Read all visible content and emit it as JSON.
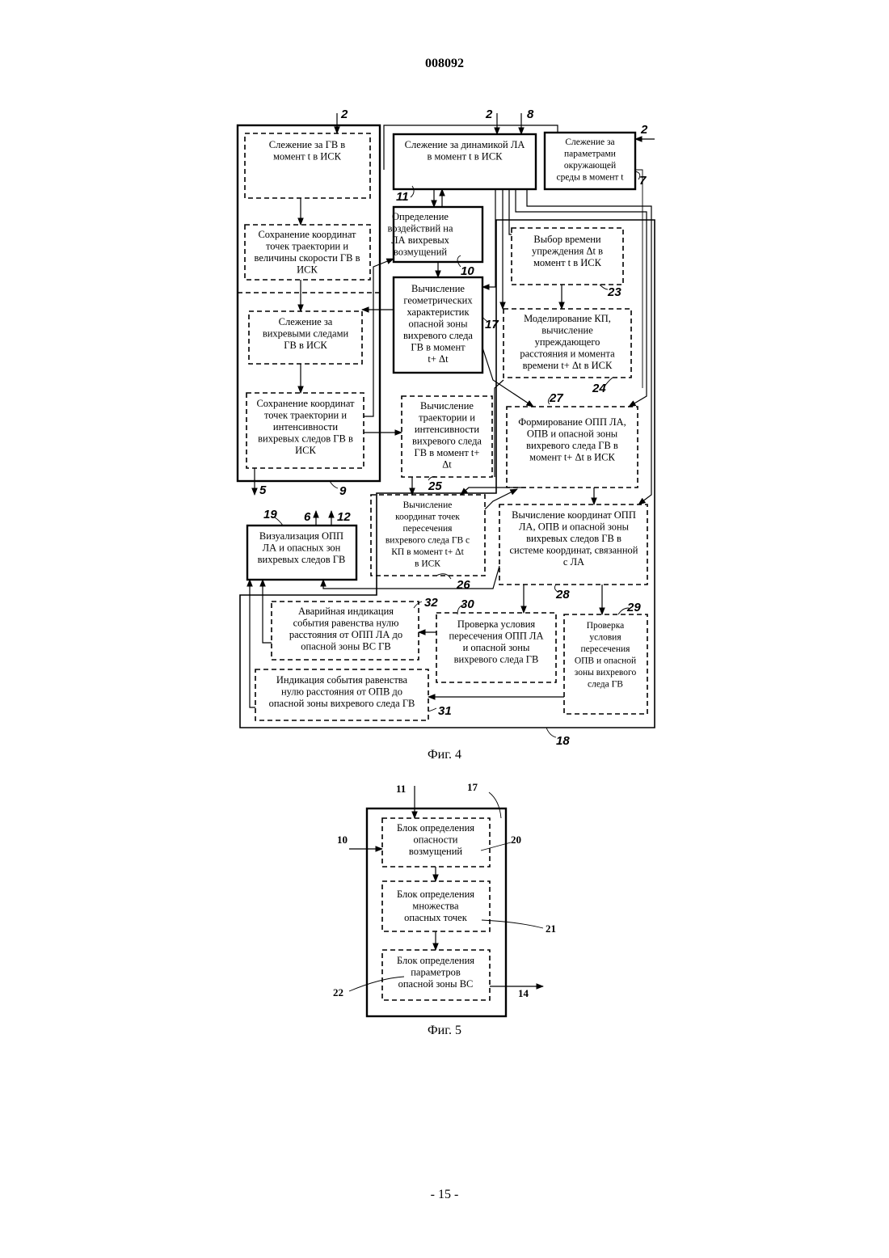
{
  "header": {
    "doc_number": "008092"
  },
  "footer": {
    "page": "- 15 -"
  },
  "fig4": {
    "caption": "Фиг. 4",
    "blocks": {
      "b1": [
        "Слежение за ГВ  в",
        "момент t в ИСК"
      ],
      "b2": [
        "Сохранение координат",
        "точек траектории и",
        "величины скорости ГВ в",
        "ИСК"
      ],
      "b3": [
        "Слежение за",
        "вихревыми следами",
        "ГВ в ИСК"
      ],
      "b4": [
        "Сохранение координат",
        "точек  траектории  и",
        "интенсивности",
        "вихревых следов ГВ в",
        "ИСК"
      ],
      "b_dyn": [
        "Слежение за динамикой ЛА",
        "в момент t  в ИСК"
      ],
      "b_env": [
        "Слежение за",
        "параметрами",
        "окружающей",
        "среды в момент t"
      ],
      "b10": [
        "Определение",
        "воздействий на",
        "ЛА вихревых",
        "возмущений"
      ],
      "b17": [
        "Вычисление",
        "геометрических",
        "характеристик",
        "опасной зоны",
        "вихревого следа",
        "ГВ в момент",
        "t+ Δt"
      ],
      "b23": [
        "Выбор времени",
        "упреждения  Δt в",
        "момент t в ИСК"
      ],
      "b24": [
        "Моделирование КП,",
        "вычисление",
        "упреждающего",
        "расстояния и момента",
        "времени t+ Δt в ИСК"
      ],
      "b25": [
        "Вычисление",
        "траектории и",
        "интенсивности",
        "вихревого следа",
        "ГВ в  момент t+",
        "Δt"
      ],
      "b27": [
        "Формирование ОПП  ЛА,",
        "ОПВ и опасной зоны",
        "вихревого следа ГВ в",
        "момент t+ Δt в ИСК"
      ],
      "b26": [
        "Вычисление",
        "координат точек",
        "пересечения",
        "вихревого следа ГВ с",
        "КП в момент t+ Δt",
        "в ИСК"
      ],
      "b28": [
        "Вычисление координат ОПП",
        "ЛА,  ОПВ  и опасной зоны",
        "вихревых следов ГВ в",
        "системе координат, связанной",
        "с ЛА"
      ],
      "b19": [
        "Визуализация ОПП",
        "ЛА и опасных зон",
        "вихревых следов ГВ"
      ],
      "b32": [
        "Аварийная индикация",
        "события равенства нулю",
        "расстояния от ОПП ЛА до",
        "опасной зоны ВС ГВ"
      ],
      "b30": [
        "Проверка условия",
        "пересечения ОПП  ЛА",
        "и опасной зоны",
        "вихревого следа ГВ"
      ],
      "b29": [
        "Проверка",
        "условия",
        "пересечения",
        "ОПВ  и опасной",
        "зоны вихревого",
        "следа ГВ"
      ],
      "b31": [
        "Индикация события равенства",
        "нулю расстояния от ОПВ до",
        "опасной зоны вихревого следа ГВ"
      ]
    },
    "labels": {
      "n2a": "2",
      "n2b": "2",
      "n8": "8",
      "n2c": "2",
      "n7": "7",
      "n11": "11",
      "n10": "10",
      "n17": "17",
      "n23": "23",
      "n24": "24",
      "n27": "27",
      "n25": "25",
      "n26": "26",
      "n28": "28",
      "n29": "29",
      "n30": "30",
      "n32": "32",
      "n31": "31",
      "n18": "18",
      "n19": "19",
      "n6": "6",
      "n12": "12",
      "n5": "5",
      "n9": "9"
    }
  },
  "fig5": {
    "caption": "Фиг. 5",
    "blocks": {
      "b20": [
        "Блок определения",
        "опасности",
        "возмущений"
      ],
      "b21": [
        "Блок определения",
        "множества",
        "опасных точек"
      ],
      "b22": [
        "Блок определения",
        "параметров",
        "опасной зоны ВС"
      ]
    },
    "labels": {
      "n11": "11",
      "n17": "17",
      "n10": "10",
      "n20": "20",
      "n21": "21",
      "n22": "22",
      "n14": "14"
    }
  }
}
